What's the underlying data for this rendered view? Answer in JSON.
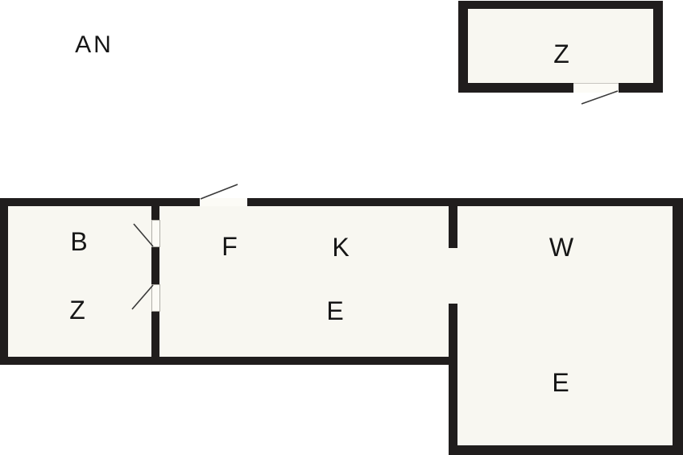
{
  "plan": {
    "annotation": "AN",
    "rooms": [
      {
        "id": "outbuilding-z",
        "label": "Z"
      },
      {
        "id": "room-b",
        "label": "B"
      },
      {
        "id": "room-z-left",
        "label": "Z"
      },
      {
        "id": "area-f",
        "label": "F"
      },
      {
        "id": "area-k",
        "label": "K"
      },
      {
        "id": "area-e-middle",
        "label": "E"
      },
      {
        "id": "room-w",
        "label": "W"
      },
      {
        "id": "room-e-lower",
        "label": "E"
      }
    ],
    "colors": {
      "wall": "#201d1d",
      "room_fill": "#f8f7f1",
      "background": "#ffffff",
      "door_line": "#3a3a3a",
      "label_text": "#161616"
    }
  }
}
